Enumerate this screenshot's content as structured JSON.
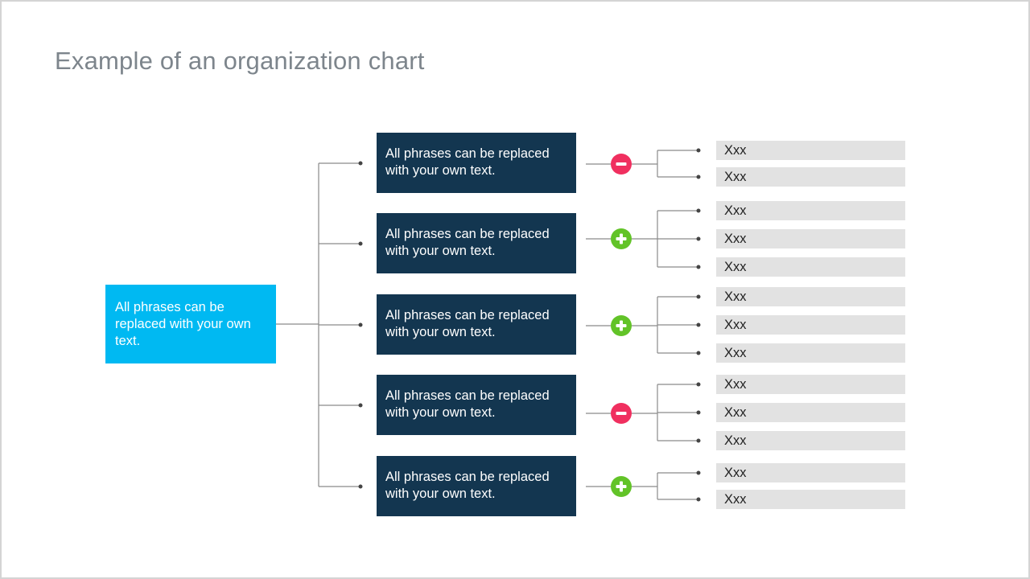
{
  "title": "Example of an organization chart",
  "root": {
    "label": "All phrases can be replaced with your own text."
  },
  "branches": [
    {
      "label": "All phrases can be replaced with your own text.",
      "toggle": "collapse",
      "toggle_icon": "minus-icon",
      "leaves": [
        "Xxx",
        "Xxx"
      ]
    },
    {
      "label": "All phrases can be replaced with your own text.",
      "toggle": "expand",
      "toggle_icon": "plus-icon",
      "leaves": [
        "Xxx",
        "Xxx",
        "Xxx"
      ]
    },
    {
      "label": "All phrases can be replaced with your own text.",
      "toggle": "expand",
      "toggle_icon": "plus-icon",
      "leaves": [
        "Xxx",
        "Xxx",
        "Xxx"
      ]
    },
    {
      "label": "All phrases can be replaced with your own text.",
      "toggle": "collapse",
      "toggle_icon": "minus-icon",
      "leaves": [
        "Xxx",
        "Xxx",
        "Xxx"
      ]
    },
    {
      "label": "All phrases can be replaced with your own text.",
      "toggle": "expand",
      "toggle_icon": "plus-icon",
      "leaves": [
        "Xxx",
        "Xxx"
      ]
    }
  ],
  "colors": {
    "root_fill": "#00b9f2",
    "branch_fill": "#133650",
    "leaf_fill": "#e2e2e2",
    "minus_toggle": "#f02f5f",
    "plus_toggle": "#62c328",
    "connector": "#8a8a8a",
    "title_text": "#7d858c"
  }
}
